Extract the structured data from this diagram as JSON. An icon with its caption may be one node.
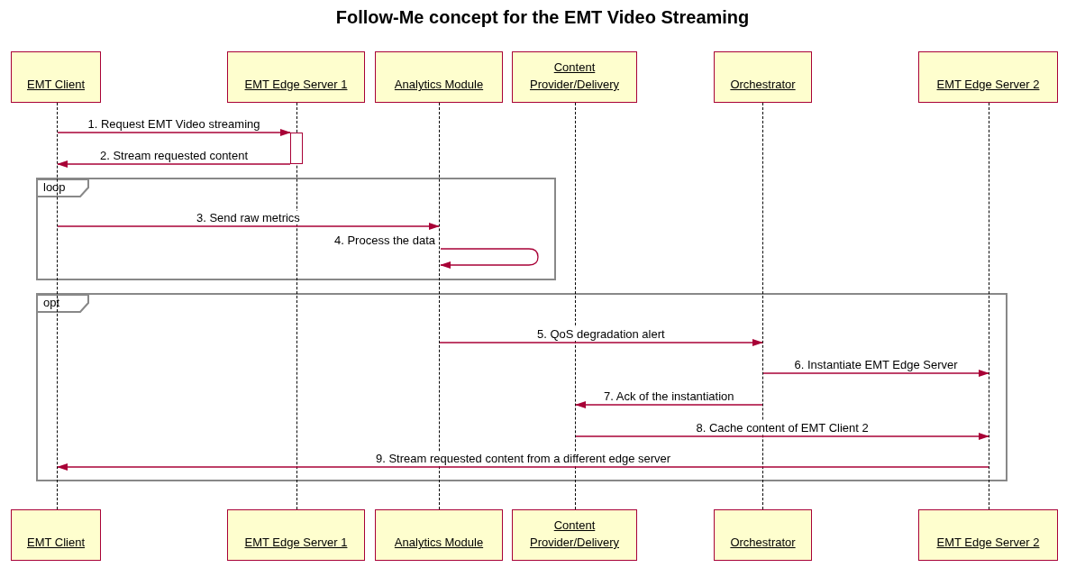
{
  "diagram": {
    "title": "Follow-Me concept for the EMT Video Streaming",
    "nodes": [
      {
        "text": [
          "EMT Client"
        ]
      },
      {
        "text": [
          "EMT Edge Server 1"
        ]
      },
      {
        "text": [
          "Analytics Module"
        ]
      },
      {
        "text": [
          "Content Provider/Delivery"
        ]
      },
      {
        "text": [
          "Orchestrator"
        ]
      },
      {
        "text": [
          "EMT Edge Server 2"
        ]
      },
      {
        "text": [],
        "shape": "line"
      },
      {
        "text": [],
        "shape": "line"
      },
      {
        "text": [],
        "shape": "line"
      },
      {
        "text": [],
        "shape": "line"
      },
      {
        "text": [],
        "shape": "line"
      },
      {
        "text": [],
        "shape": "line"
      },
      {
        "text": [],
        "shape": "bar"
      },
      {
        "text": [
          "EMT Client"
        ]
      },
      {
        "text": [
          "EMT Edge Server 1"
        ]
      },
      {
        "text": [
          "Analytics Module"
        ]
      },
      {
        "text": [
          "Content Provider/Delivery"
        ]
      },
      {
        "text": [
          "Orchestrator"
        ]
      },
      {
        "text": [
          "EMT Edge Server 2"
        ]
      }
    ],
    "edges": [
      {
        "from": 6,
        "to": 12,
        "arrow": "to",
        "label": "1. Request EMT Video streaming"
      },
      {
        "from": 12,
        "to": 6,
        "arrow": "to",
        "label": "2. Stream requested content"
      },
      {
        "from": 6,
        "to": 8,
        "arrow": "to",
        "label": "3. Send raw metrics"
      },
      {
        "from": 8,
        "to": 8,
        "arrow": "to",
        "label": "4. Process the data"
      },
      {
        "from": 8,
        "to": 10,
        "arrow": "to",
        "label": "5. QoS degradation alert"
      },
      {
        "from": 10,
        "to": 11,
        "arrow": "to",
        "label": "6. Instantiate EMT Edge Server"
      },
      {
        "from": 10,
        "to": 9,
        "arrow": "to",
        "label": "7. Ack of the instantiation"
      },
      {
        "from": 9,
        "to": 11,
        "arrow": "to",
        "label": "8. Cache content of EMT Client 2"
      },
      {
        "from": 11,
        "to": 6,
        "arrow": "to",
        "label": "9. Stream requested content from a different edge server"
      }
    ],
    "labels": [
      "loop",
      "opt"
    ]
  }
}
